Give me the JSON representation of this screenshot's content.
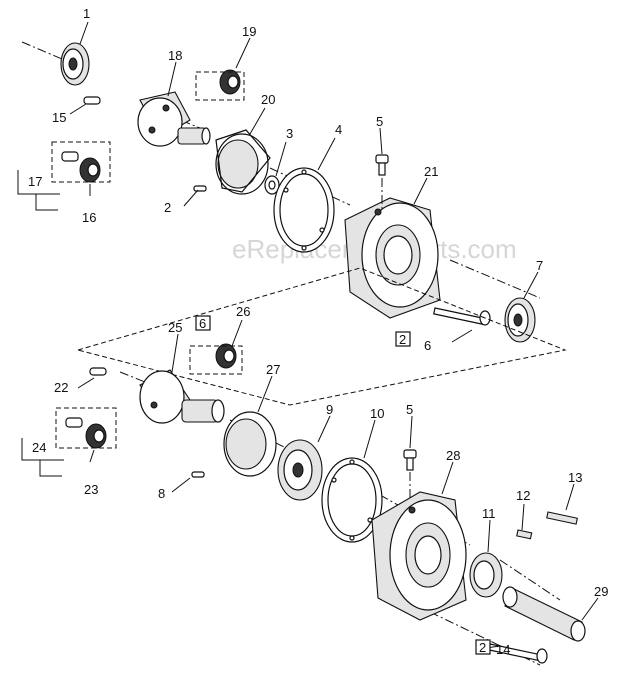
{
  "watermark": "eReplacementParts.com",
  "callouts": {
    "c1": "1",
    "c2": "2",
    "c3": "3",
    "c4": "4",
    "c5": "5",
    "c6": "6",
    "c7": "7",
    "c8": "8",
    "c9": "9",
    "c10": "10",
    "c11": "11",
    "c12": "12",
    "c13": "13",
    "c14": "14",
    "c15": "15",
    "c16": "16",
    "c17": "17",
    "c18": "18",
    "c19": "19",
    "c20": "20",
    "c21": "21",
    "c22": "22",
    "c23": "23",
    "c24": "24",
    "c25": "25",
    "c26": "26",
    "c27": "27",
    "c28": "28",
    "c29": "29",
    "c5b": "5"
  },
  "kit_refs": {
    "kit_a": "2",
    "kit_b": "2",
    "kit_c": "6"
  }
}
